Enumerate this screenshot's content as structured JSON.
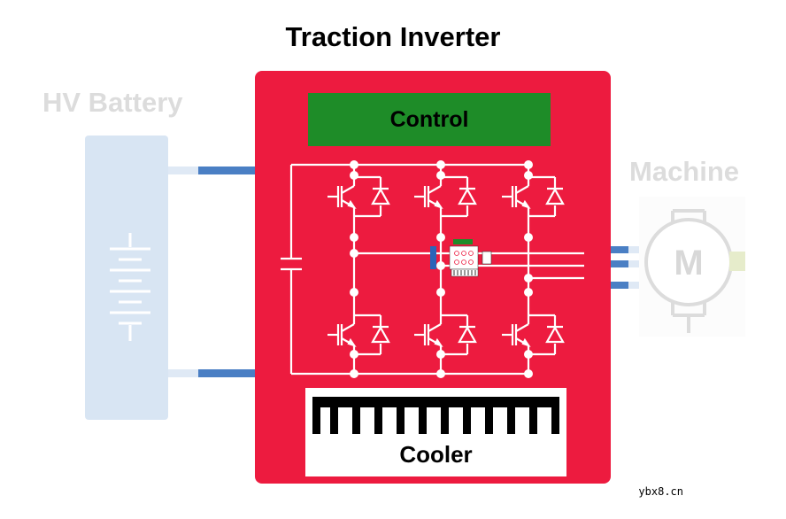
{
  "diagram": {
    "title": "Traction Inverter",
    "battery_label": "HV Battery",
    "machine_label": "Machine",
    "machine_symbol": "M",
    "control_label": "Control",
    "cooler_label": "Cooler",
    "watermark": "ybx8.cn"
  },
  "colors": {
    "inverter_body": "#ed1b3f",
    "control_block": "#1e8c28",
    "battery_body": "#d8e5f3",
    "bus_bar": "#4a7fc4",
    "faded_label": "#dcdcdc"
  }
}
